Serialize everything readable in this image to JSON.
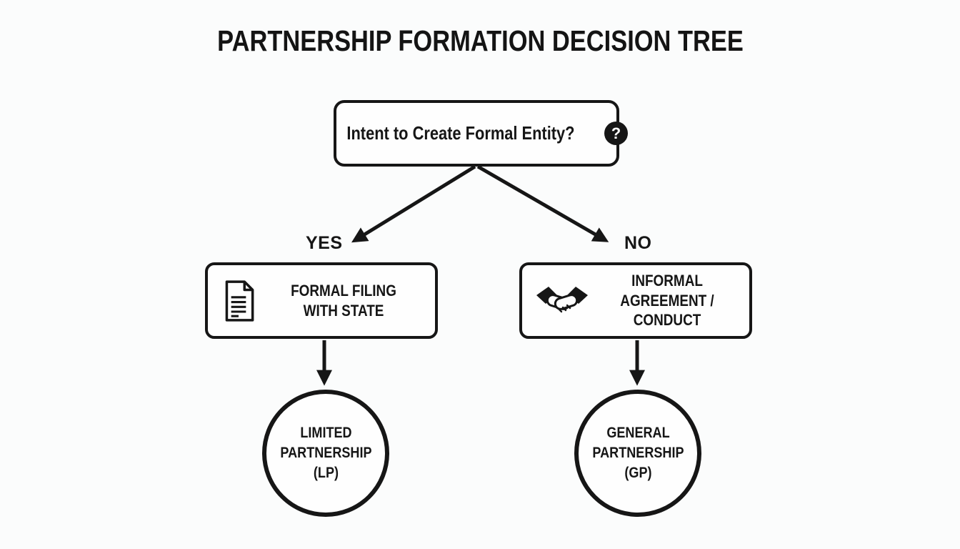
{
  "colors": {
    "ink": "#161616",
    "background": "#fbfcfc",
    "node_fill": "#fefefe"
  },
  "title": "PARTNERSHIP FORMATION DECISION TREE",
  "root": {
    "question": "Intent to Create Formal Entity?",
    "icon": "question-mark-icon",
    "icon_glyph": "?"
  },
  "edges": {
    "yes": "YES",
    "no": "NO"
  },
  "branch_yes": {
    "box": {
      "icon": "document-icon",
      "line1": "FORMAL FILING",
      "line2": "WITH STATE"
    },
    "result": {
      "line1": "LIMITED",
      "line2": "PARTNERSHIP",
      "line3": "(LP)"
    }
  },
  "branch_no": {
    "box": {
      "icon": "handshake-icon",
      "line1": "INFORMAL AGREEMENT /",
      "line2": "CONDUCT"
    },
    "result": {
      "line1": "GENERAL",
      "line2": "PARTNERSHIP",
      "line3": "(GP)"
    }
  }
}
